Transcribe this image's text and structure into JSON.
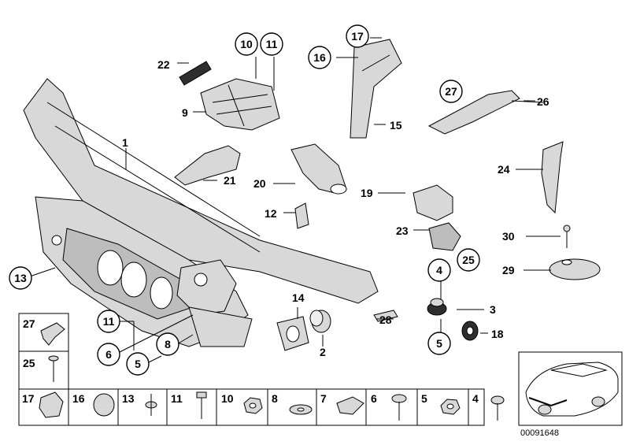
{
  "callouts": {
    "c1": "1",
    "c2": "2",
    "c3": "3",
    "c4a": "4",
    "c5a": "5",
    "c5b": "5",
    "c6": "6",
    "c8": "8",
    "c9": "9",
    "c10": "10",
    "c11a": "11",
    "c11b": "11",
    "c12": "12",
    "c13": "13",
    "c14": "14",
    "c15": "15",
    "c16": "16",
    "c17": "17",
    "c18": "18",
    "c19": "19",
    "c20": "20",
    "c21": "21",
    "c22": "22",
    "c23": "23",
    "c24": "24",
    "c25": "25",
    "c26": "26",
    "c27": "27",
    "c28": "28",
    "c29": "29",
    "c30": "30"
  },
  "hardware_row": [
    "17",
    "16",
    "13",
    "11",
    "10",
    "8",
    "7",
    "6",
    "5",
    "4"
  ],
  "hardware_column": [
    "27",
    "25"
  ],
  "diagram_number": "00091648"
}
